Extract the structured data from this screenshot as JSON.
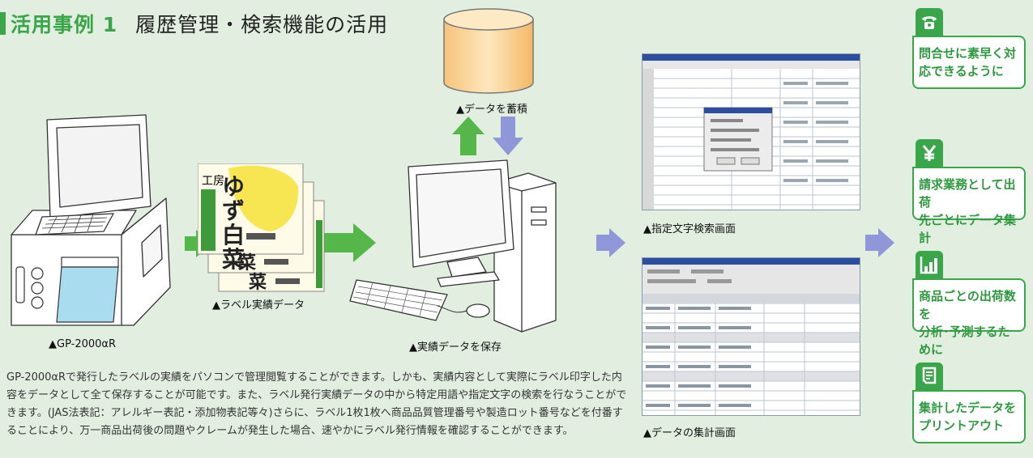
{
  "title": {
    "case_label": "活用事例 1",
    "subtitle": "履歴管理・検索機能の活用"
  },
  "captions": {
    "device": "▲GP-2000αR",
    "labels": "▲ラベル実績データ",
    "pc": "▲実績データを保存",
    "database": "▲データを蓄積",
    "search_screen": "▲指定文字検索画面",
    "summary_screen": "▲データの集計画面"
  },
  "label_card_text": {
    "c1": "ゆ",
    "c2": "ず",
    "c3": "白",
    "c4": "菜",
    "c5": "菜",
    "c6": "菜",
    "brand": "工房"
  },
  "description": "GP-2000αRで発行したラベルの実績をパソコンで管理閲覧することができます。しかも、実績内容として実際にラベル印字した内容をデータとして全て保存することが可能です。また、ラベル発行実績データの中から特定用語や指定文字の検索を行なうことができます。(JAS法表記：アレルギー表記・添加物表記等々)さらに、ラベル1枚1枚へ商品品質管理番号や製造ロット番号などを付番することにより、万一商品出荷後の問題やクレームが発生した場合、速やかにラベル発行情報を確認することができます。",
  "cards": [
    {
      "icon": "phone-icon",
      "text": "問合せに素早く対\n応できるように"
    },
    {
      "icon": "yen-icon",
      "text": "請求業務として出荷\n先ごとにデータ集計"
    },
    {
      "icon": "bar-chart-icon",
      "text": "商品ごとの出荷数を\n分析･予測するために"
    },
    {
      "icon": "printer-icon",
      "text": "集計したデータを\nプリントアウト"
    }
  ],
  "colors": {
    "background": "#e2efe0",
    "green": "#3aa64a",
    "arrow_blue": "#8f97d8",
    "arrow_green": "#55b649"
  }
}
